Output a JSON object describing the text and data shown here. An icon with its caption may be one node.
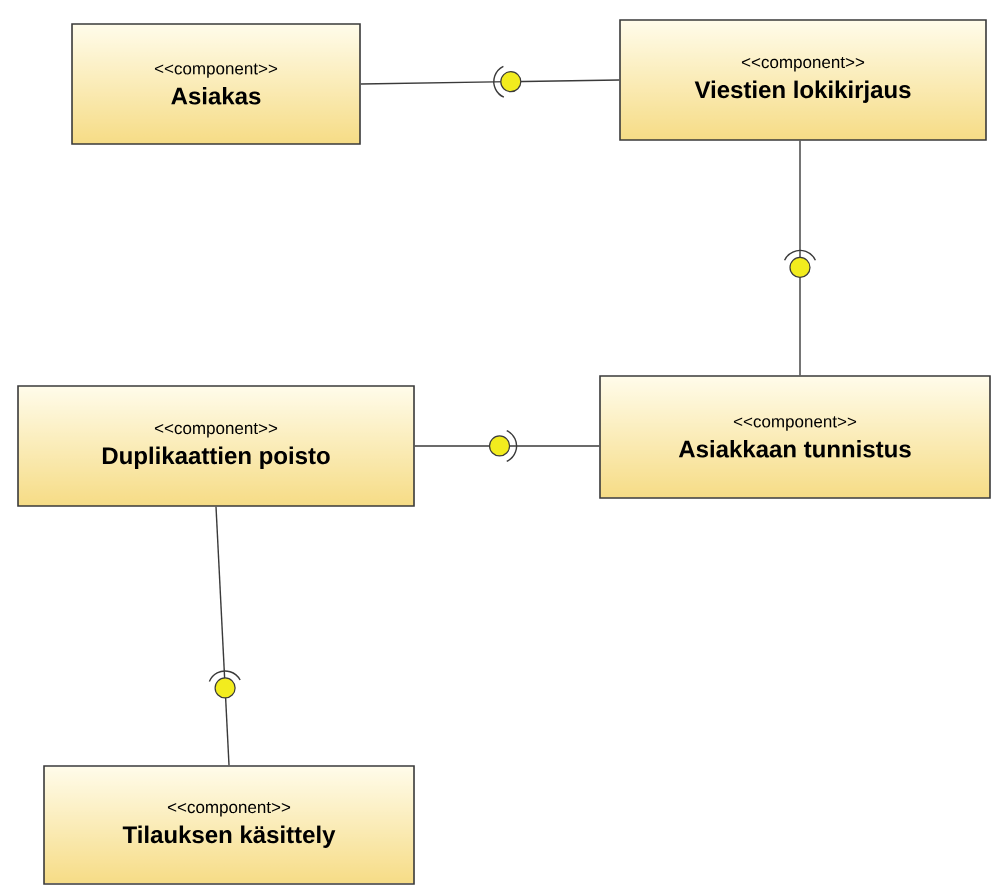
{
  "diagram": {
    "nodes": [
      {
        "text": [
          "<<component>>",
          "Asiakas"
        ]
      },
      {
        "text": [
          "<<component>>",
          "Viestien lokikirjaus"
        ]
      },
      {
        "text": [
          "<<component>>",
          "Asiakkaan tunnistus"
        ]
      },
      {
        "text": [
          "<<component>>",
          "Duplikaattien poisto"
        ]
      },
      {
        "text": [
          "<<component>>",
          "Tilauksen käsittely"
        ]
      }
    ],
    "edges": [
      {
        "from": 0,
        "to": 1,
        "arrow": "none"
      },
      {
        "from": 1,
        "to": 2,
        "arrow": "none"
      },
      {
        "from": 2,
        "to": 3,
        "arrow": "none"
      },
      {
        "from": 3,
        "to": 4,
        "arrow": "none"
      }
    ]
  }
}
